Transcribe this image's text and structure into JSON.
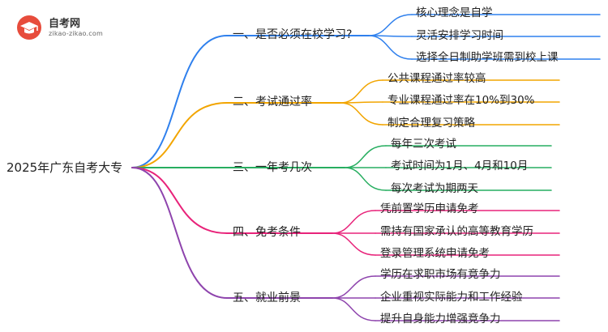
{
  "logo": {
    "name": "自考网",
    "url_text": "zikao-zikao.com"
  },
  "mindmap": {
    "root": "2025年广东自考大专",
    "branches": [
      {
        "label": "一、是否必须在校学习?",
        "color": "#2f80ed",
        "children": [
          "核心理念是自学",
          "灵活安排学习时间",
          "选择全日制助学班需到校上课"
        ]
      },
      {
        "label": "二、考试通过率",
        "color": "#f2a500",
        "children": [
          "公共课程通过率较高",
          "专业课程通过率在10%到30%",
          "制定合理复习策略"
        ]
      },
      {
        "label": "三、一年考几次",
        "color": "#27ae60",
        "children": [
          "每年三次考试",
          "考试时间为1月、4月和10月",
          "每次考试为期两天"
        ]
      },
      {
        "label": "四、免考条件",
        "color": "#e8237a",
        "children": [
          "凭前置学历申请免考",
          "需持有国家承认的高等教育学历",
          "登录管理系统申请免考"
        ]
      },
      {
        "label": "五、就业前景",
        "color": "#8e44ad",
        "children": [
          "学历在求职市场有竞争力",
          "企业重视实际能力和工作经验",
          "提升自身能力增强竞争力"
        ]
      }
    ]
  }
}
